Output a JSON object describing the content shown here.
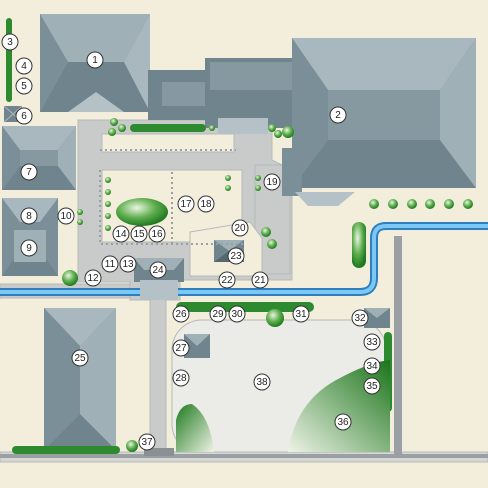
{
  "colors": {
    "ground": "#f2eedb",
    "paving": "#c9cbcb",
    "roof_light": "#9fb0b7",
    "roof_dark": "#6f848d",
    "roof_mid": "#8699a1",
    "water": "#3a9ee0",
    "hedge": "#2e8a2e",
    "tree": "#1f7a1f",
    "wall": "#9aa0a3",
    "label_fill": "#ffffff",
    "label_stroke": "#333333"
  },
  "labels": [
    "1",
    "2",
    "3",
    "4",
    "5",
    "6",
    "7",
    "8",
    "9",
    "10",
    "11",
    "12",
    "13",
    "14",
    "15",
    "16",
    "17",
    "18",
    "19",
    "20",
    "21",
    "22",
    "23",
    "24",
    "25",
    "26",
    "27",
    "28",
    "29",
    "30",
    "31",
    "32",
    "33",
    "34",
    "35",
    "36",
    "37",
    "38"
  ]
}
